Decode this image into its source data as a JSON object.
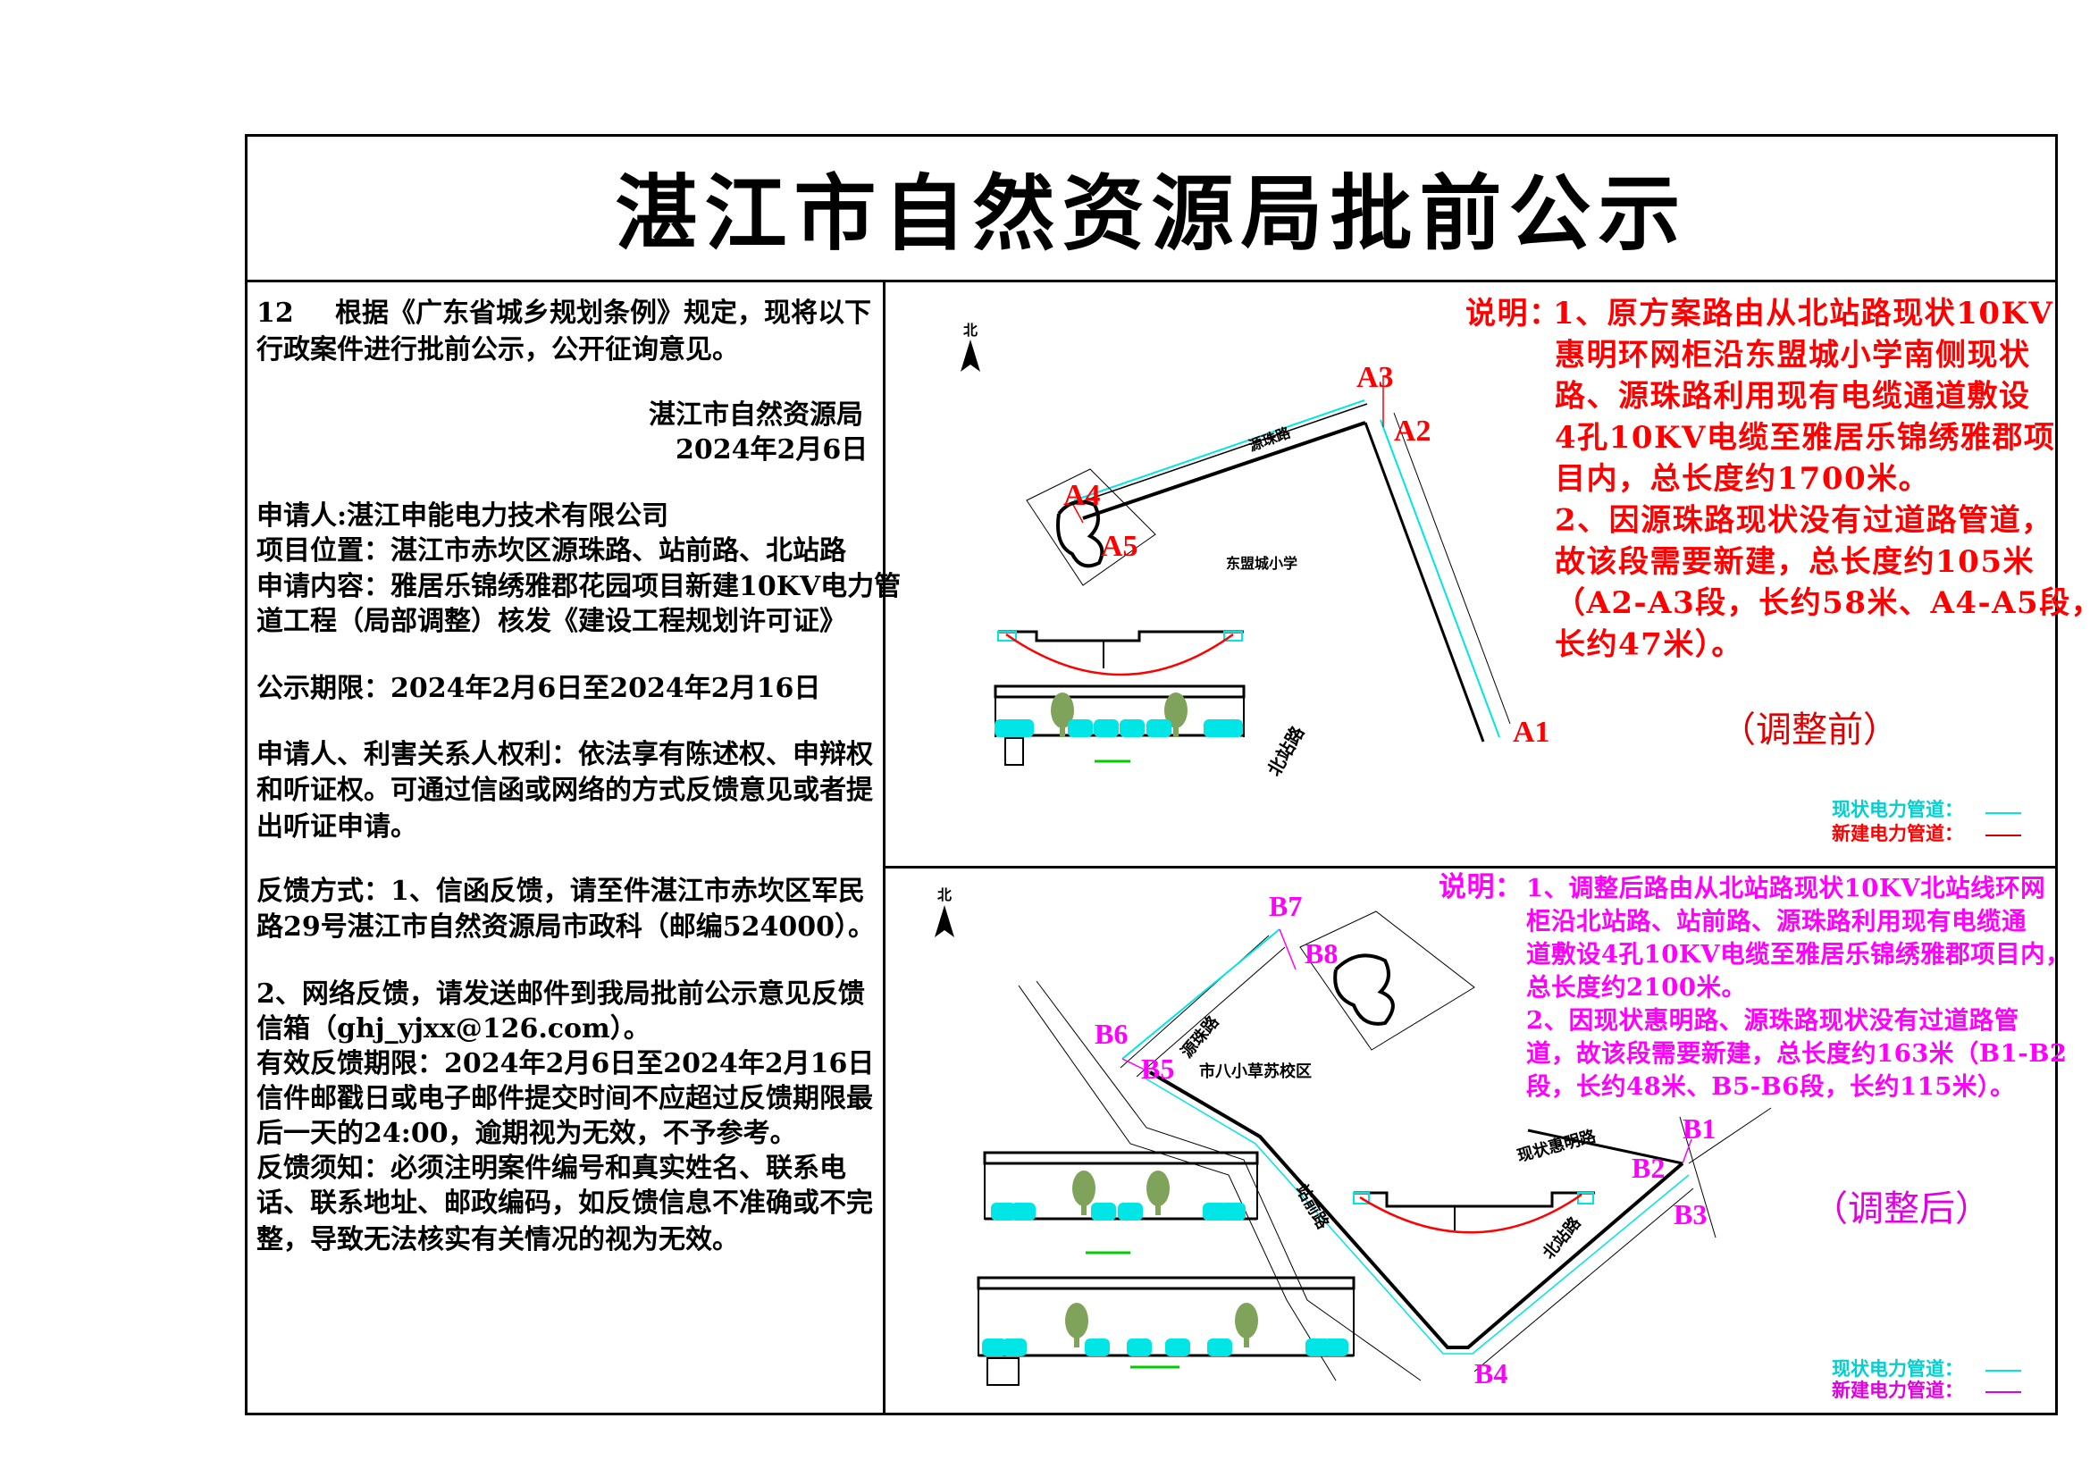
{
  "title": "湛江市自然资源局批前公示",
  "notice": {
    "case_number": "12",
    "lines": [
      "根据《广东省城乡规划条例》规定，现将以下",
      "行政案件进行批前公示，公开征询意见。",
      "湛江市自然资源局",
      "2024年2月6日",
      "申请人:湛江申能电力技术有限公司",
      "项目位置：湛江市赤坎区源珠路、站前路、北站路",
      "申请内容：雅居乐锦绣雅郡花园项目新建10KV电力管",
      "道工程（局部调整）核发《建设工程规划许可证》",
      "公示期限：2024年2月6日至2024年2月16日",
      "申请人、利害关系人权利：依法享有陈述权、申辩权",
      "和听证权。可通过信函或网络的方式反馈意见或者提",
      "出听证申请。",
      "反馈方式：1、信函反馈，请至件湛江市赤坎区军民",
      "路29号湛江市自然资源局市政科（邮编524000）。",
      "2、网络反馈，请发送邮件到我局批前公示意见反馈",
      "信箱（ghj_yjxx@126.com）。",
      "有效反馈期限：2024年2月6日至2024年2月16日",
      "信件邮戳日或电子邮件提交时间不应超过反馈期限最",
      "后一天的24:00，逾期视为无效，不予参考。",
      "反馈须知：必须注明案件编号和真实姓名、联系电",
      "话、联系地址、邮政编码，如反馈信息不准确或不完",
      "整，导致无法核实有关情况的视为无效。"
    ]
  },
  "before": {
    "heading": "说明：",
    "lines": [
      "1、原方案路由从北站路现状10KV",
      "惠明环网柜沿东盟城小学南侧现状",
      "路、源珠路利用现有电缆通道敷设",
      "4孔10KV电缆至雅居乐锦绣雅郡项",
      "目内，总长度约1700米。",
      "2、因源珠路现状没有过道路管道，",
      "故该段需要新建，总长度约105米",
      "（A2-A3段，长约58米、A4-A5段，",
      "长约47米）。"
    ],
    "caption": "（调整前）",
    "north": "北",
    "points": [
      "A1",
      "A2",
      "A3",
      "A4",
      "A5"
    ],
    "roads": {
      "yuanzhu": "源珠路",
      "beizhan": "北站路",
      "school": "东盟城小学"
    },
    "legend": {
      "existing": "现状电力管道：",
      "new": "新建电力管道："
    },
    "color": "#ff0000"
  },
  "after": {
    "heading": "说明：",
    "lines": [
      "1、调整后路由从北站路现状10KV北站线环网",
      "柜沿北站路、站前路、源珠路利用现有电缆通",
      "道敷设4孔10KV电缆至雅居乐锦绣雅郡项目内，",
      "总长度约2100米。",
      "2、因现状惠明路、源珠路现状没有过道路管",
      "道，故该段需要新建，总长度约163米（B1-B2",
      "段，长约48米、B5-B6段，长约115米）。"
    ],
    "caption": "（调整后）",
    "north": "北",
    "points": [
      "B1",
      "B2",
      "B3",
      "B4",
      "B5",
      "B6",
      "B7",
      "B8"
    ],
    "roads": {
      "yuanzhu": "源珠路",
      "zhanqian": "站前路",
      "beizhan": "北站路",
      "huiming": "现状惠明路",
      "school": "市八小草苏校区"
    },
    "legend": {
      "existing": "现状电力管道：",
      "new": "新建电力管道："
    },
    "color": "#ff00ff"
  },
  "colors": {
    "existing_pipe": "#00e5e5",
    "new_pipe_before": "#ff0000",
    "new_pipe_after": "#ff00ff",
    "tree": "#7fa35a"
  }
}
